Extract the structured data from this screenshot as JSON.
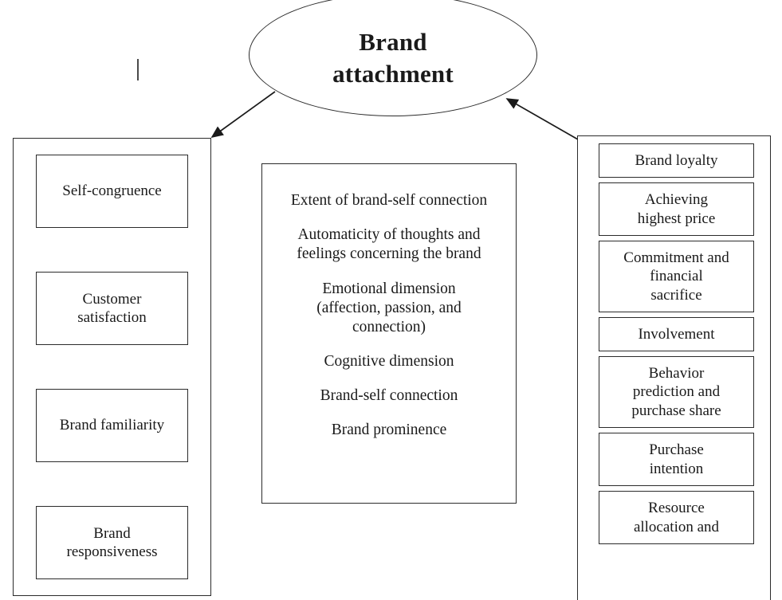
{
  "diagram": {
    "title": "Brand attachment conceptual framework",
    "center_node": {
      "label_line1": "Brand",
      "label_line2": "attachment",
      "shape": "ellipse"
    },
    "arrows": [
      {
        "name": "arrow-attachment-to-antecedents",
        "from": "brand-attachment-ellipse",
        "to": "antecedents-panel",
        "direction": "down-left",
        "head": "at-antecedents-panel"
      },
      {
        "name": "arrow-outcomes-to-attachment",
        "from": "outcomes-panel",
        "to": "brand-attachment-ellipse",
        "direction": "up-left",
        "head": "at-ellipse"
      }
    ],
    "left_panel": {
      "name": "antecedents-panel",
      "items": [
        {
          "label": "Self-congruence"
        },
        {
          "label": "Customer\nsatisfaction"
        },
        {
          "label": "Brand familiarity"
        },
        {
          "label": "Brand\nresponsiveness"
        }
      ]
    },
    "center_panel": {
      "name": "dimensions-panel",
      "lines": [
        "Extent of brand-self connection",
        "Automaticity of thoughts and\nfeelings concerning the brand",
        "Emotional dimension\n(affection, passion, and\nconnection)",
        "Cognitive dimension",
        "Brand-self connection",
        "Brand prominence"
      ]
    },
    "right_panel": {
      "name": "outcomes-panel",
      "items": [
        {
          "label": "Brand loyalty",
          "size": "h1"
        },
        {
          "label": "Achieving\nhighest price",
          "size": "h2"
        },
        {
          "label": "Commitment and\nfinancial\nsacrifice",
          "size": "h3"
        },
        {
          "label": "Involvement",
          "size": "h1"
        },
        {
          "label": "Behavior\nprediction and\npurchase share",
          "size": "h3"
        },
        {
          "label": "Purchase\nintention",
          "size": "h2"
        },
        {
          "label": "Resource\nallocation and",
          "size": "h2"
        }
      ]
    },
    "colors": {
      "stroke": "#2b2b2b",
      "text": "#1a1a1a",
      "background": "#ffffff"
    }
  }
}
